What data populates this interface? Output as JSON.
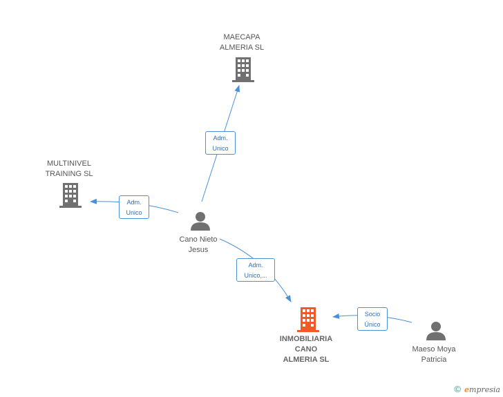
{
  "colors": {
    "edge": "#4a90d9",
    "company": "#707070",
    "main_company": "#f05a28",
    "person": "#707070"
  },
  "nodes": {
    "maecapa": {
      "line1": "MAECAPA",
      "line2": "ALMERIA SL",
      "icon": "building-icon"
    },
    "multinivel": {
      "line1": "MULTINIVEL",
      "line2": "TRAINING SL",
      "icon": "building-icon"
    },
    "cano": {
      "line1": "Cano Nieto",
      "line2": "Jesus",
      "icon": "person-icon"
    },
    "inmobiliaria": {
      "line1": "INMOBILIARIA",
      "line2": "CANO",
      "line3": "ALMERIA SL",
      "icon": "building-icon"
    },
    "maeso": {
      "line1": "Maeso Moya",
      "line2": "Patricia",
      "icon": "person-icon"
    }
  },
  "edges": {
    "cano_maecapa": {
      "line1": "Adm.",
      "line2": "Unico"
    },
    "cano_multinivel": {
      "line1": "Adm.",
      "line2": "Unico"
    },
    "cano_inmobiliaria": {
      "line1": "Adm.",
      "line2": "Unico,..."
    },
    "maeso_inmobiliaria": {
      "line1": "Socio",
      "line2": "Único"
    }
  },
  "footer": {
    "copyright": "©",
    "brand_initial": "e",
    "brand_rest": "mpresia"
  }
}
